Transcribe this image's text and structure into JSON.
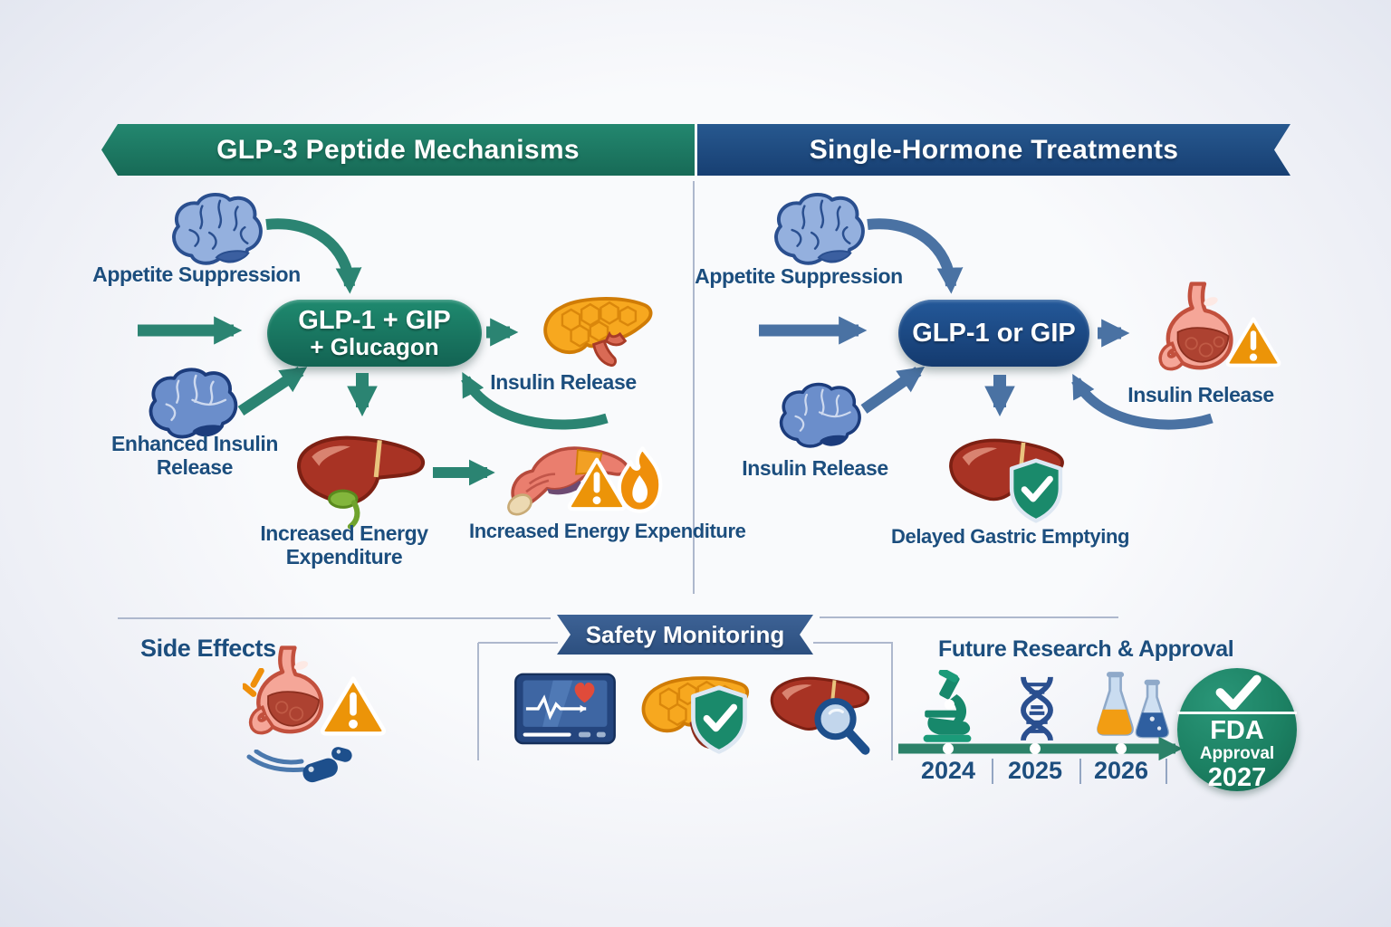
{
  "left_panel": {
    "title": "GLP-3 Peptide Mechanisms",
    "pill_line1": "GLP-1 + GIP",
    "pill_line2": "+ Glucagon",
    "appetite_label": "Appetite Suppression",
    "enhanced_insulin_label": "Enhanced Insulin Release",
    "insulin_release_label": "Insulin Release",
    "energy_liver_label": "Increased Energy Expenditure",
    "energy_muscle_label": "Increased Energy Expenditure"
  },
  "right_panel": {
    "title": "Single-Hormone Treatments",
    "pill_label": "GLP-1 or GIP",
    "appetite_label": "Appetite Suppression",
    "insulin_brain_label": "Insulin Release",
    "insulin_stomach_label": "Insulin Release",
    "delayed_label": "Delayed Gastric Emptying"
  },
  "bottom": {
    "side_effects_title": "Side Effects",
    "safety_title": "Safety Monitoring",
    "future_title": "Future Research & Approval",
    "years": [
      "2024",
      "2025",
      "2026"
    ],
    "fda_line1": "FDA",
    "fda_line2": "Approval",
    "fda_line3": "2027"
  },
  "colors": {
    "teal_banner": "#1b7e67",
    "navy_banner": "#1d4f8c",
    "label_blue": "#1c4e7e",
    "arrow_teal": "#2b8472",
    "arrow_blue": "#4a72a3",
    "warning_orange": "#ec9408",
    "timeline_green": "#2c8269"
  }
}
